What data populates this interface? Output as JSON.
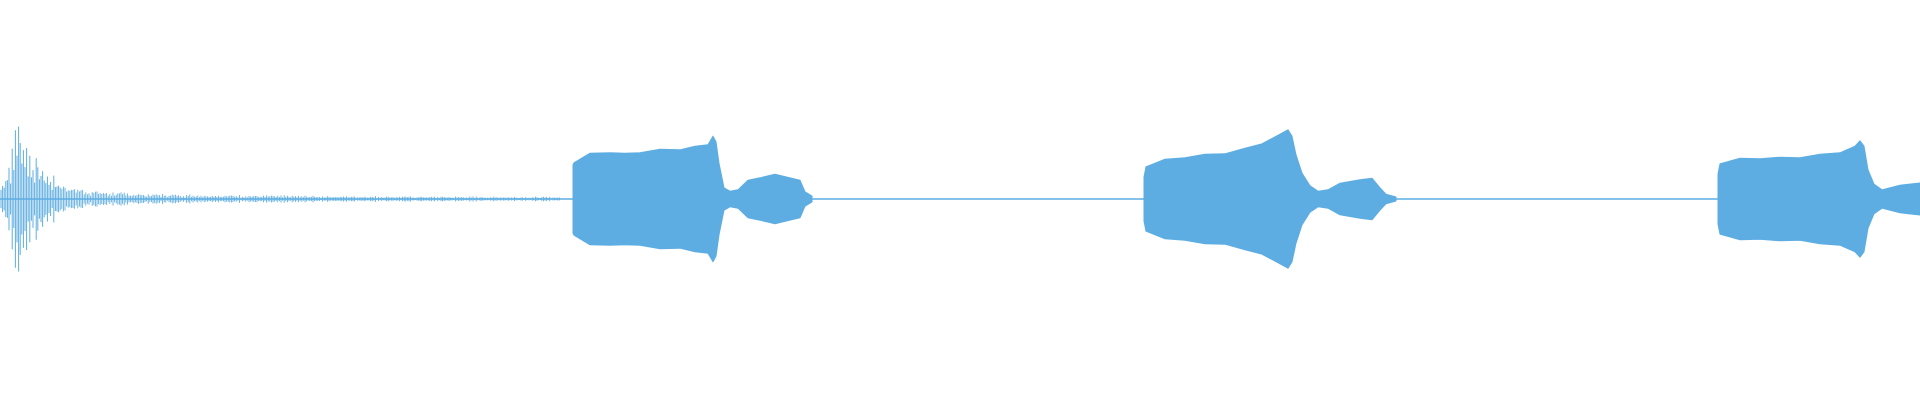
{
  "waveform": {
    "color": "#5dade2",
    "background": "#ffffff",
    "segments": [
      {
        "kind": "transient",
        "label": ""
      },
      {
        "kind": "tone",
        "label": ""
      },
      {
        "kind": "tone",
        "label": ""
      },
      {
        "kind": "tone",
        "label": ""
      }
    ]
  }
}
